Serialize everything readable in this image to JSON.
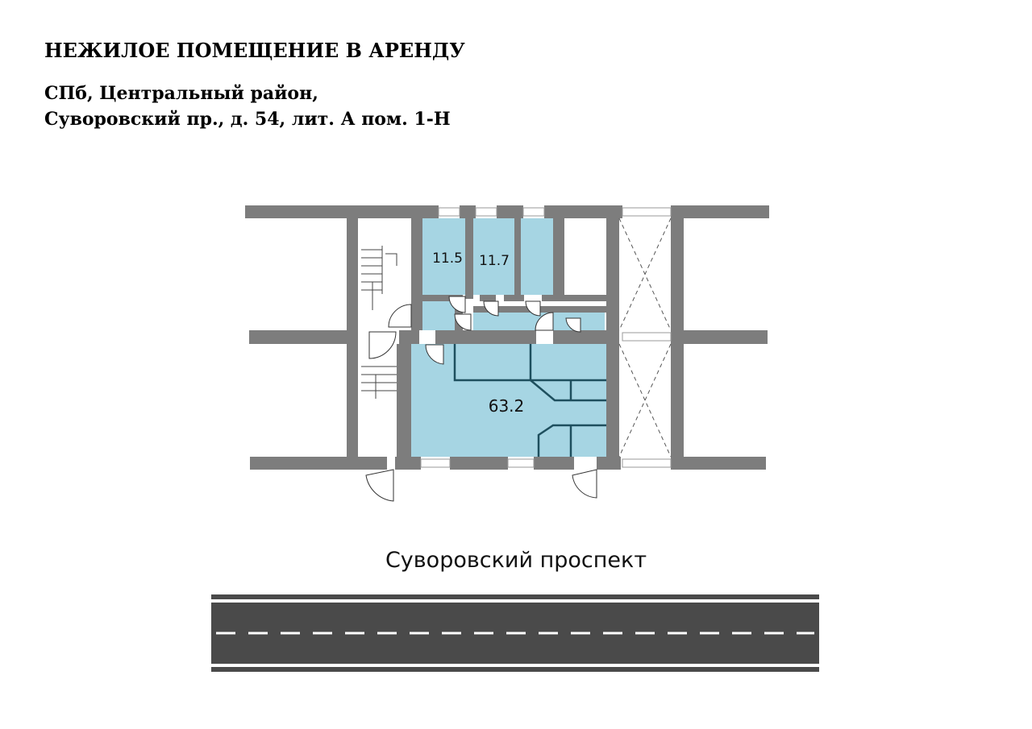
{
  "header": {
    "title": "НЕЖИЛОЕ ПОМЕЩЕНИЕ В АРЕНДУ",
    "address_line1": "СПб, Центральный район,",
    "address_line2": "Суворовский пр., д. 54, лит. А пом. 1-Н"
  },
  "plan": {
    "rooms": [
      {
        "id": "room-1",
        "area": "11.5"
      },
      {
        "id": "room-2",
        "area": "11.7"
      },
      {
        "id": "room-main",
        "area": "63.2"
      }
    ]
  },
  "street": {
    "name": "Суворовский проспект"
  },
  "colors": {
    "room_fill": "#a6d5e3",
    "wall": "#7d7d7d",
    "road": "#4a4a4a",
    "partition": "#1e4f5e"
  }
}
